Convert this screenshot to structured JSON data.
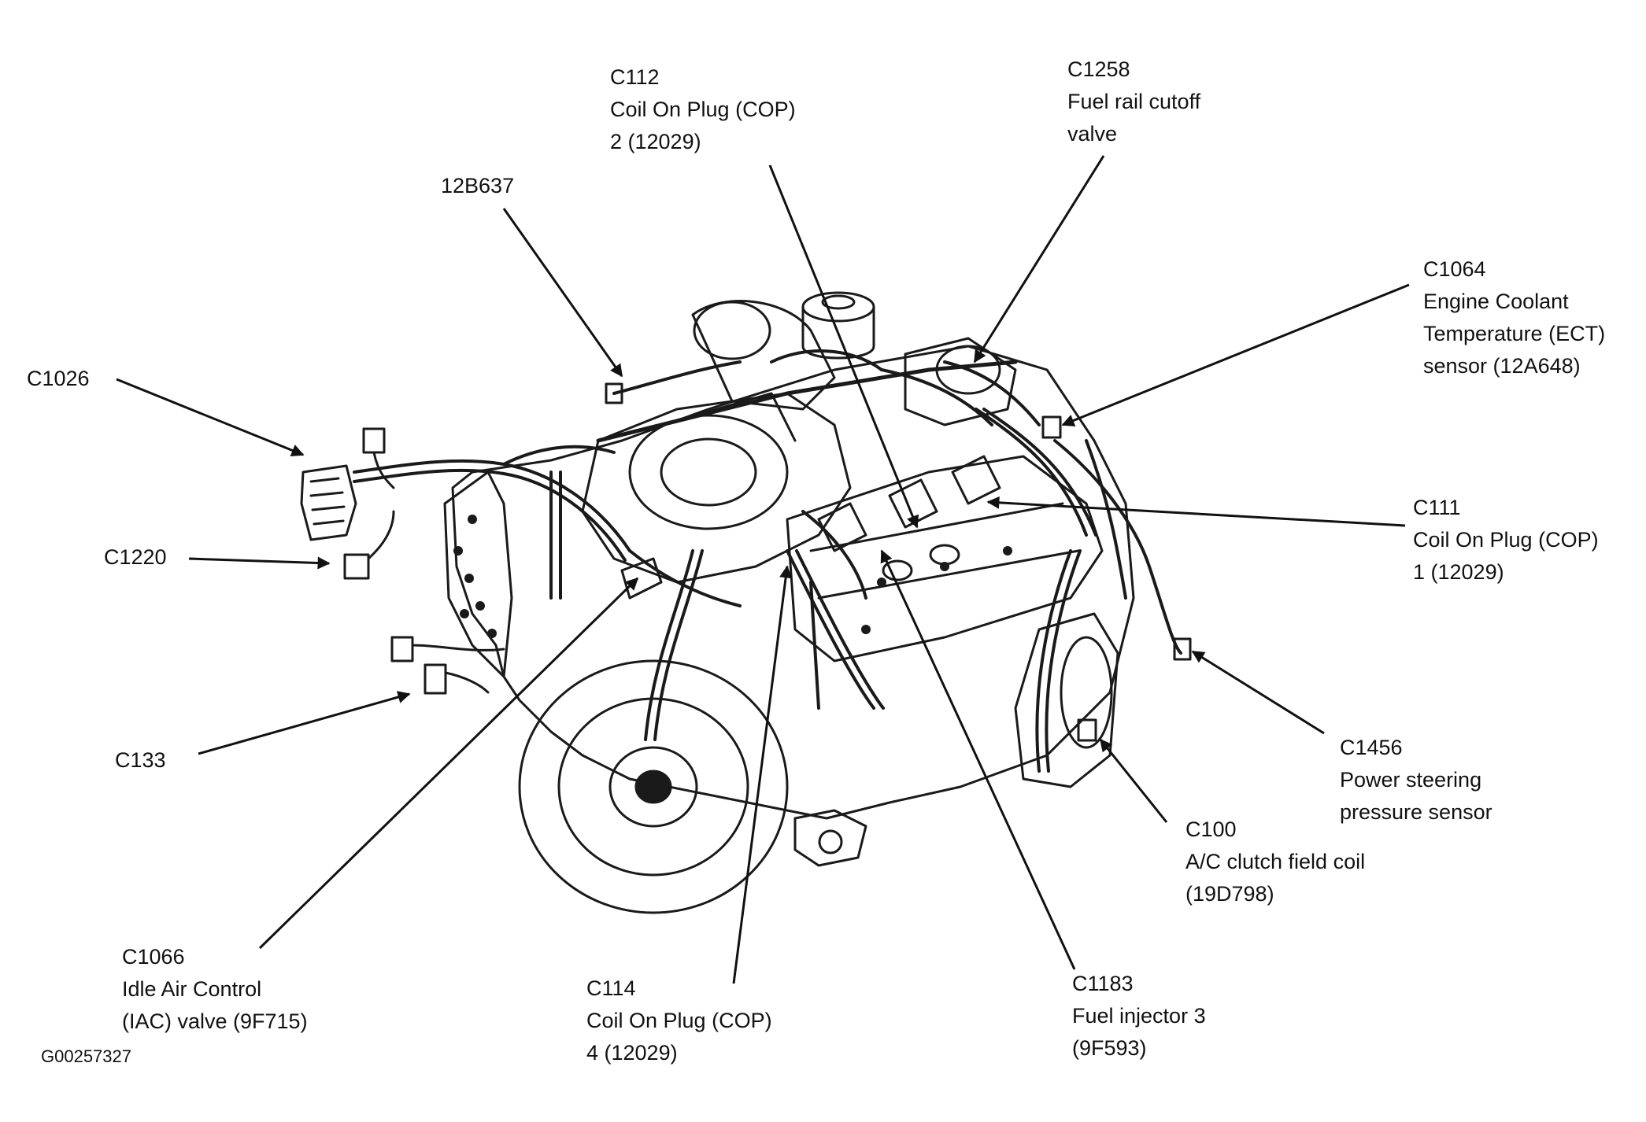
{
  "figure_id": "G00257327",
  "callouts": [
    {
      "id": "c1026",
      "lines": [
        "C1026"
      ]
    },
    {
      "id": "c1220",
      "lines": [
        "C1220"
      ]
    },
    {
      "id": "c133",
      "lines": [
        "C133"
      ]
    },
    {
      "id": "c1066",
      "lines": [
        "C1066",
        "Idle Air Control",
        "(IAC) valve (9F715)"
      ]
    },
    {
      "id": "c12b637",
      "lines": [
        "12B637"
      ]
    },
    {
      "id": "c112",
      "lines": [
        "C112",
        "Coil On Plug (COP)",
        "2 (12029)"
      ]
    },
    {
      "id": "c1258",
      "lines": [
        "C1258",
        "Fuel rail cutoff",
        "valve"
      ]
    },
    {
      "id": "c1064",
      "lines": [
        "C1064",
        "Engine Coolant",
        "Temperature (ECT)",
        "sensor (12A648)"
      ]
    },
    {
      "id": "c111",
      "lines": [
        "C111",
        "Coil On Plug (COP)",
        "1 (12029)"
      ]
    },
    {
      "id": "c1456",
      "lines": [
        "C1456",
        "Power steering",
        "pressure sensor"
      ]
    },
    {
      "id": "c100",
      "lines": [
        "C100",
        "A/C clutch field coil",
        "(19D798)"
      ]
    },
    {
      "id": "c1183",
      "lines": [
        "C1183",
        "Fuel injector 3",
        "(9F593)"
      ]
    },
    {
      "id": "c114",
      "lines": [
        "C114",
        "Coil On Plug (COP)",
        "4 (12029)"
      ]
    }
  ]
}
